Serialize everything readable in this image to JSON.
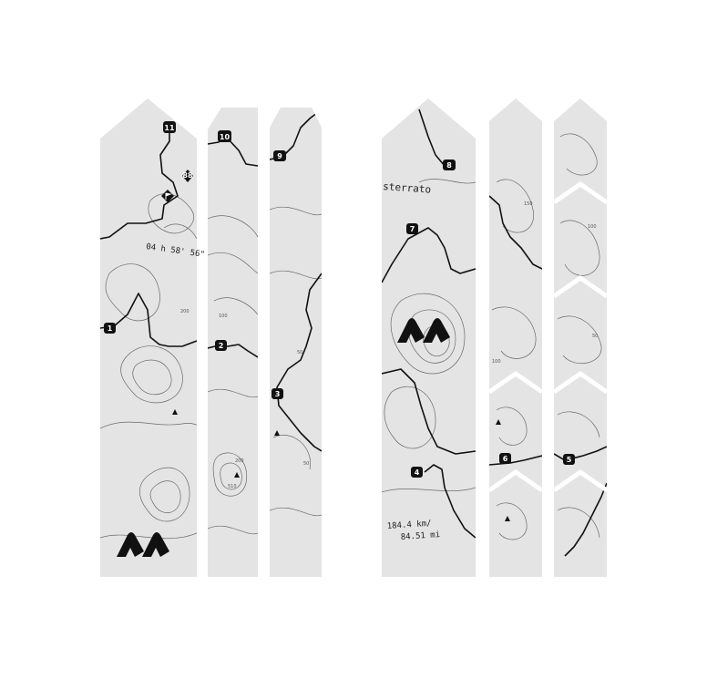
{
  "left_panel": {
    "duration": "04 h 58' 56\"",
    "markers": [
      "11",
      "10",
      "9",
      "1",
      "2",
      "3"
    ]
  },
  "right_panel": {
    "title": "sterrato",
    "distance_km": "184.4 km/",
    "distance_mi": "84.51 mi",
    "markers": [
      "8",
      "7",
      "4",
      "6",
      "5"
    ]
  },
  "contour_labels": [
    "200",
    "100",
    "50",
    "200",
    "510",
    "50",
    "100",
    "150",
    "100",
    "50"
  ],
  "colors": {
    "strip": "#e4e4e4",
    "route": "#111111",
    "contour": "#6a6a6a",
    "logo": "#111111"
  },
  "logo_icon": "am-brand-logo"
}
